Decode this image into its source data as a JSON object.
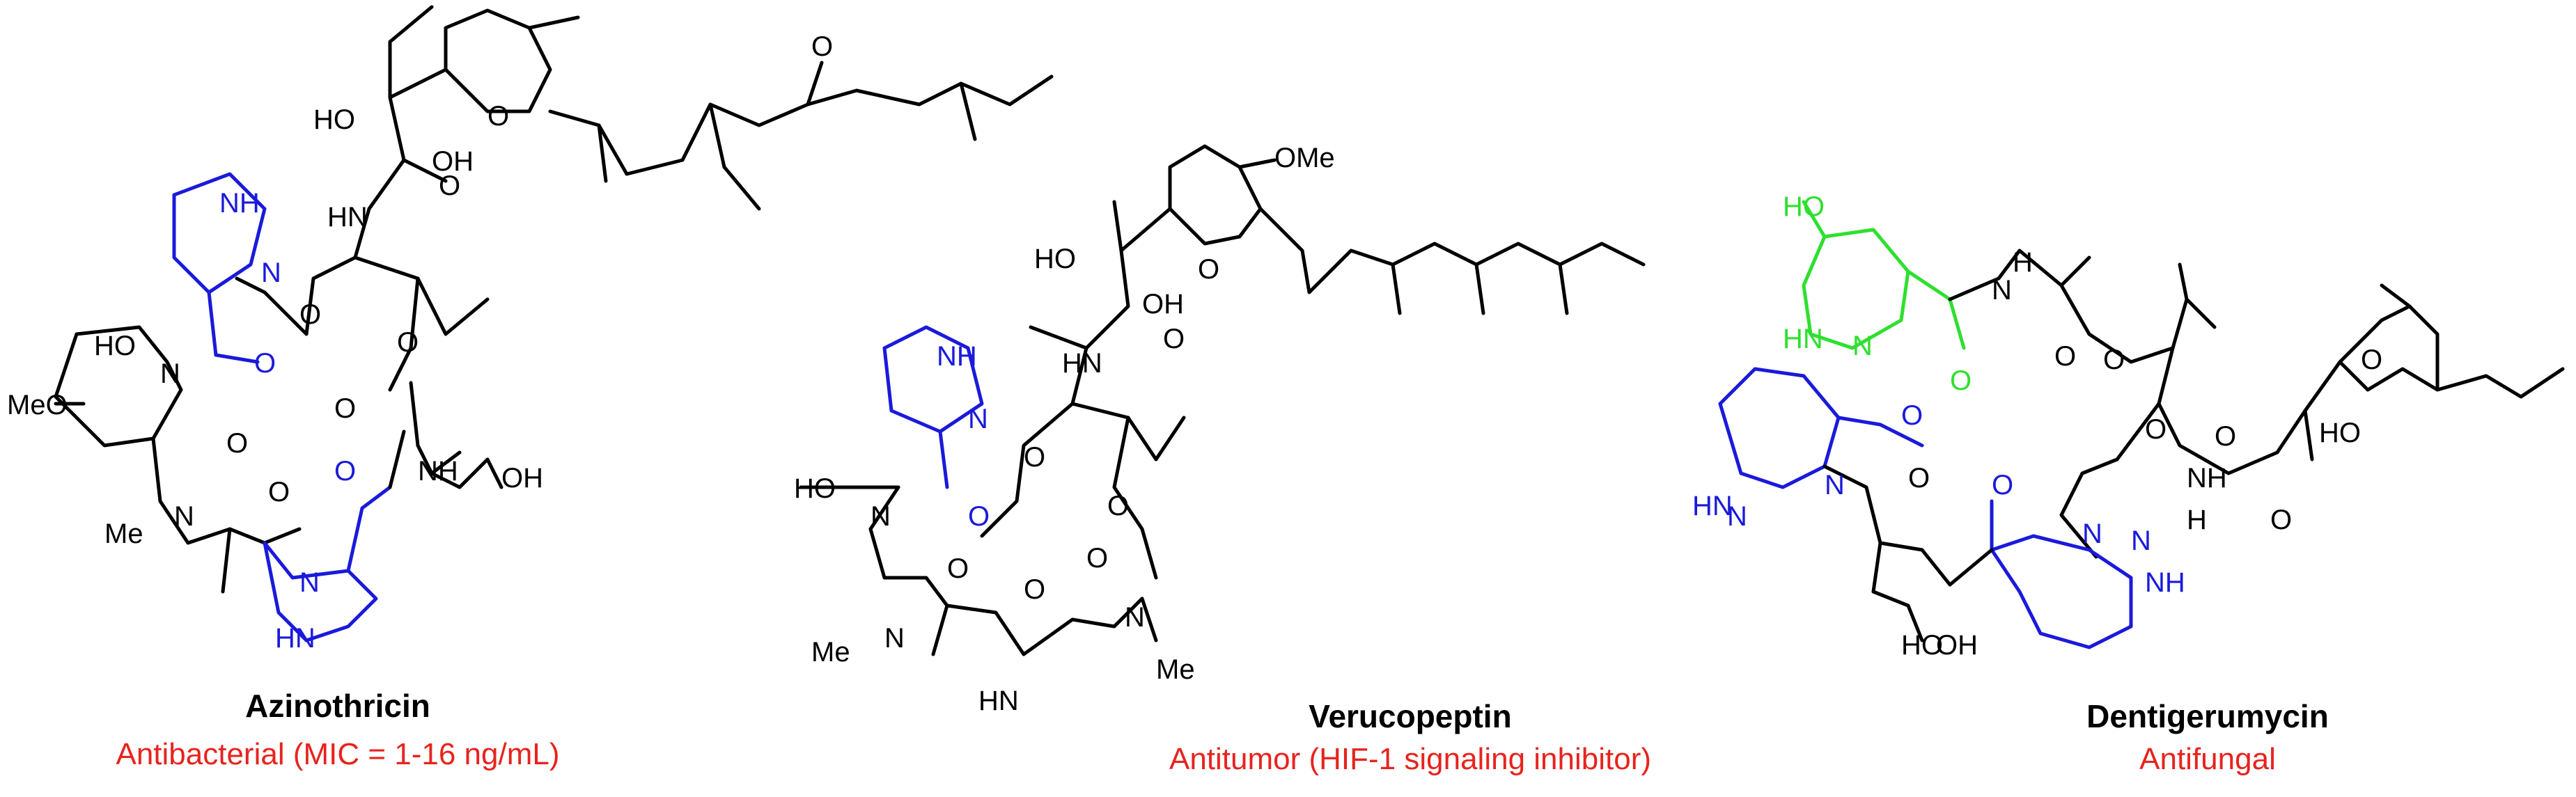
{
  "compounds": [
    {
      "name": "Azinothricin",
      "activity": "Antibacterial  (MIC = 1-16 ng/mL)",
      "atoms": [
        "HO",
        "OH",
        "O",
        "O",
        "HN",
        "NH",
        "N",
        "O",
        "O",
        "HO",
        "N",
        "O",
        "O",
        "O",
        "MeO",
        "O",
        "NH",
        "OH",
        "Me",
        "N",
        "O",
        "N",
        "HN",
        "O"
      ]
    },
    {
      "name": "Verucopeptin",
      "activity": "Antitumor (HIF-1 signaling inhibitor)",
      "atoms": [
        "OMe",
        "HO",
        "OH",
        "O",
        "O",
        "HN",
        "NH",
        "N",
        "O",
        "HO",
        "N",
        "O",
        "O",
        "O",
        "O",
        "O",
        "N",
        "Me",
        "Me",
        "N",
        "HN"
      ]
    },
    {
      "name": "Dentigerumycin",
      "activity": "Antifungal",
      "atoms": [
        "HO",
        "H",
        "N",
        "HN",
        "N",
        "O",
        "O",
        "O",
        "O",
        "O",
        "N",
        "N",
        "HN",
        "O",
        "N",
        "N",
        "NH",
        "O",
        "HO",
        "NH",
        "H",
        "OH",
        "O",
        "O",
        "HO",
        "O"
      ]
    }
  ],
  "colors": {
    "structure": "#000000",
    "piperazic_acid": "#1a1adb",
    "hydroxy_piperazic_acid": "#2ee02e",
    "activity_text": "#e8231e"
  }
}
